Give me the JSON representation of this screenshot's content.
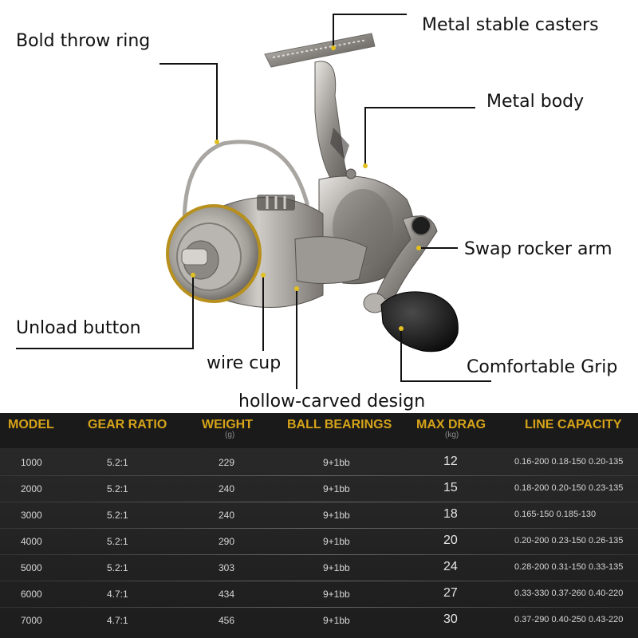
{
  "callouts": {
    "metal_stable_casters": "Metal stable casters",
    "bold_throw_ring": "Bold throw ring",
    "metal_body": "Metal body",
    "swap_rocker_arm": "Swap rocker arm",
    "unload_button": "Unload button",
    "wire_cup": "wire cup",
    "comfortable_grip": "Comfortable Grip",
    "hollow_carved_design": "hollow-carved design"
  },
  "spec_table": {
    "headers": {
      "model": "MODEL",
      "gear_ratio": "GEAR RATIO",
      "weight": "WEIGHT",
      "weight_unit": "(g)",
      "ball_bearings": "BALL BEARINGS",
      "max_drag": "MAX DRAG",
      "max_drag_unit": "(kg)",
      "line_capacity": "LINE CAPACITY"
    },
    "rows": [
      {
        "model": "1000",
        "gear": "5.2:1",
        "weight": "229",
        "bearings": "9+1bb",
        "drag": "12",
        "capacity": "0.16-200 0.18-150 0.20-135"
      },
      {
        "model": "2000",
        "gear": "5.2:1",
        "weight": "240",
        "bearings": "9+1bb",
        "drag": "15",
        "capacity": "0.18-200 0.20-150 0.23-135"
      },
      {
        "model": "3000",
        "gear": "5.2:1",
        "weight": "240",
        "bearings": "9+1bb",
        "drag": "18",
        "capacity": "0.165-150 0.185-130"
      },
      {
        "model": "4000",
        "gear": "5.2:1",
        "weight": "290",
        "bearings": "9+1bb",
        "drag": "20",
        "capacity": "0.20-200 0.23-150 0.26-135"
      },
      {
        "model": "5000",
        "gear": "5.2:1",
        "weight": "303",
        "bearings": "9+1bb",
        "drag": "24",
        "capacity": "0.28-200 0.31-150 0.33-135"
      },
      {
        "model": "6000",
        "gear": "4.7:1",
        "weight": "434",
        "bearings": "9+1bb",
        "drag": "27",
        "capacity": "0.33-330 0.37-260 0.40-220"
      },
      {
        "model": "7000",
        "gear": "4.7:1",
        "weight": "456",
        "bearings": "9+1bb",
        "drag": "30",
        "capacity": "0.37-290 0.40-250 0.43-220"
      }
    ]
  }
}
